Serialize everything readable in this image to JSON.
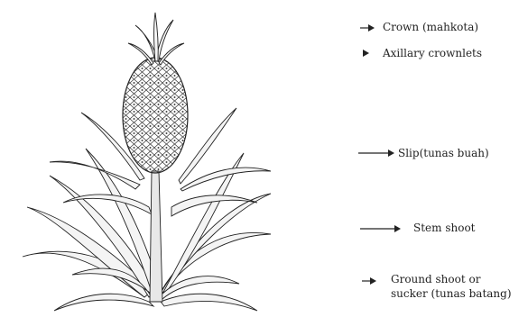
{
  "diagram": {
    "subject": "pineapple-plant",
    "labels": {
      "crown": "Crown (mahkota)",
      "axillary": "Axillary crownlets",
      "slip": "Slip(tunas buah)",
      "stem": "Stem shoot",
      "ground_line1": "Ground shoot or",
      "ground_line2": "sucker (tunas batang)"
    },
    "colors": {
      "ink": "#222222",
      "background": "#ffffff"
    }
  }
}
